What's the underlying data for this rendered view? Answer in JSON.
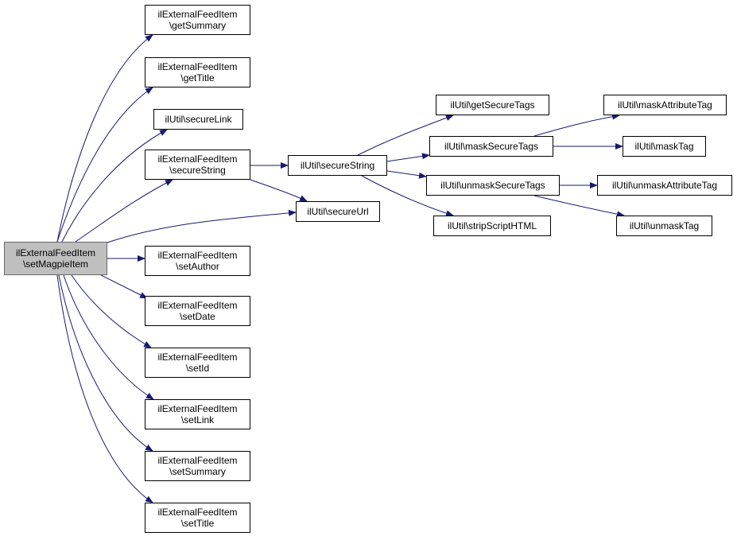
{
  "diagram": {
    "colors": {
      "edge": "#191970",
      "node_border": "#000000",
      "focus_fill": "#bfbfbf"
    },
    "nodes": [
      {
        "id": "n0",
        "lines": [
          "ilExternalFeedItem",
          "\\setMagpieItem"
        ],
        "focus": true
      },
      {
        "id": "n1",
        "lines": [
          "ilExternalFeedItem",
          "\\getSummary"
        ]
      },
      {
        "id": "n2",
        "lines": [
          "ilExternalFeedItem",
          "\\getTitle"
        ]
      },
      {
        "id": "n3",
        "lines": [
          "ilUtil\\secureLink"
        ]
      },
      {
        "id": "n4",
        "lines": [
          "ilExternalFeedItem",
          "\\secureString"
        ]
      },
      {
        "id": "n5",
        "lines": [
          "ilUtil\\secureString"
        ]
      },
      {
        "id": "n6",
        "lines": [
          "ilUtil\\getSecureTags"
        ]
      },
      {
        "id": "n7",
        "lines": [
          "ilUtil\\maskSecureTags"
        ]
      },
      {
        "id": "n8",
        "lines": [
          "ilUtil\\maskAttributeTag"
        ]
      },
      {
        "id": "n9",
        "lines": [
          "ilUtil\\maskTag"
        ]
      },
      {
        "id": "n10",
        "lines": [
          "ilUtil\\unmaskSecureTags"
        ]
      },
      {
        "id": "n11",
        "lines": [
          "ilUtil\\unmaskAttributeTag"
        ]
      },
      {
        "id": "n12",
        "lines": [
          "ilUtil\\unmaskTag"
        ]
      },
      {
        "id": "n13",
        "lines": [
          "ilUtil\\stripScriptHTML"
        ]
      },
      {
        "id": "n14",
        "lines": [
          "ilUtil\\secureUrl"
        ]
      },
      {
        "id": "n15",
        "lines": [
          "ilExternalFeedItem",
          "\\setAuthor"
        ]
      },
      {
        "id": "n16",
        "lines": [
          "ilExternalFeedItem",
          "\\setDate"
        ]
      },
      {
        "id": "n17",
        "lines": [
          "ilExternalFeedItem",
          "\\setId"
        ]
      },
      {
        "id": "n18",
        "lines": [
          "ilExternalFeedItem",
          "\\setLink"
        ]
      },
      {
        "id": "n19",
        "lines": [
          "ilExternalFeedItem",
          "\\setSummary"
        ]
      },
      {
        "id": "n20",
        "lines": [
          "ilExternalFeedItem",
          "\\setTitle"
        ]
      }
    ],
    "edges": [
      [
        "n0",
        "n1"
      ],
      [
        "n0",
        "n2"
      ],
      [
        "n0",
        "n3"
      ],
      [
        "n0",
        "n4"
      ],
      [
        "n0",
        "n14"
      ],
      [
        "n0",
        "n15"
      ],
      [
        "n0",
        "n16"
      ],
      [
        "n0",
        "n17"
      ],
      [
        "n0",
        "n18"
      ],
      [
        "n0",
        "n19"
      ],
      [
        "n0",
        "n20"
      ],
      [
        "n4",
        "n5"
      ],
      [
        "n4",
        "n14"
      ],
      [
        "n5",
        "n6"
      ],
      [
        "n5",
        "n7"
      ],
      [
        "n5",
        "n10"
      ],
      [
        "n5",
        "n13"
      ],
      [
        "n7",
        "n8"
      ],
      [
        "n7",
        "n9"
      ],
      [
        "n10",
        "n11"
      ],
      [
        "n10",
        "n12"
      ]
    ]
  }
}
